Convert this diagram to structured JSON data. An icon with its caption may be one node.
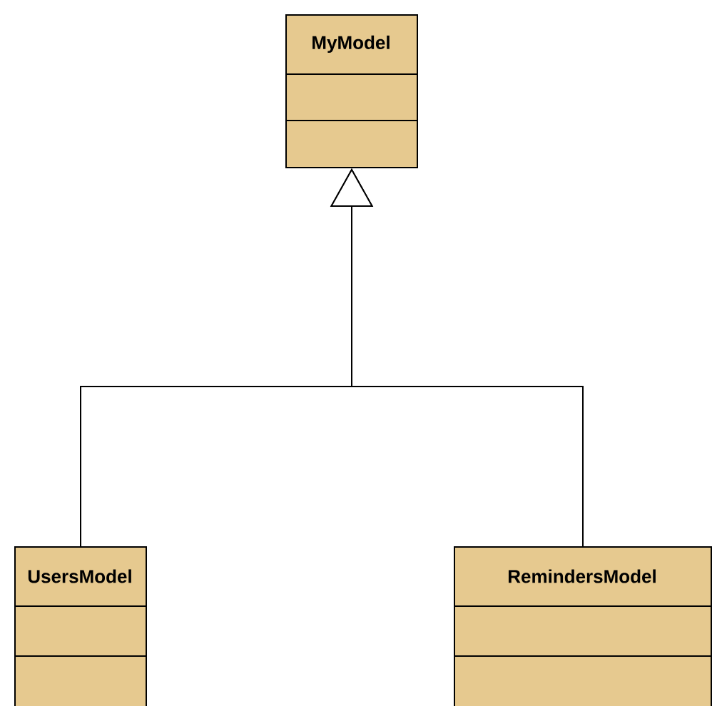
{
  "diagram": {
    "nodes": [
      {
        "text": [
          "MyModel"
        ]
      },
      {
        "text": [
          "UsersModel"
        ]
      },
      {
        "text": [
          "RemindersModel"
        ]
      }
    ],
    "edges": [
      {
        "from": 1,
        "to": 0,
        "arrow": "to"
      },
      {
        "from": 2,
        "to": 0,
        "arrow": "to"
      }
    ]
  }
}
